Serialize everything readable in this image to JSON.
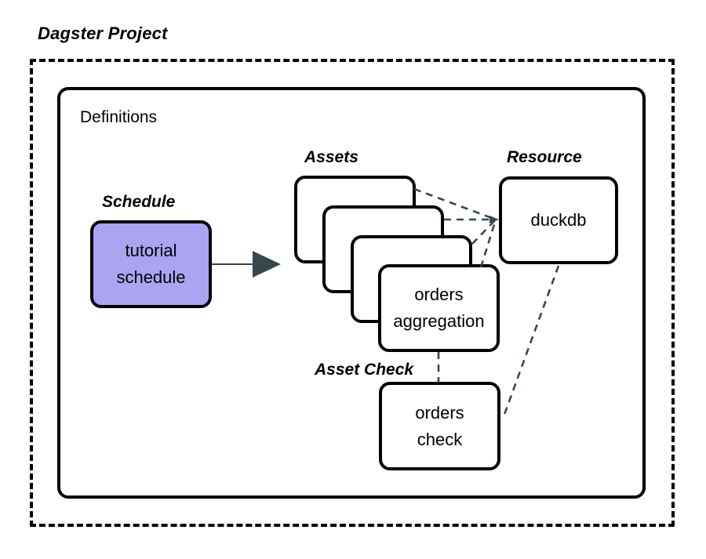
{
  "diagram": {
    "title": "Dagster Project",
    "container_label": "Definitions",
    "captions": {
      "schedule": "Schedule",
      "assets": "Assets",
      "resource": "Resource",
      "asset_check_line1": "Asset",
      "asset_check_line2": "Check"
    },
    "nodes": {
      "schedule": {
        "line1": "tutorial",
        "line2": "schedule",
        "fill": "#aba4f0"
      },
      "asset_top": {
        "line1": "orders",
        "line2": "aggregation",
        "fill": "#ffffff"
      },
      "resource": {
        "line1": "duckdb",
        "fill": "#ffffff"
      },
      "asset_check": {
        "line1": "orders",
        "line2": "check",
        "fill": "#ffffff"
      }
    },
    "asset_stack_count": 4,
    "edges": {
      "schedule_to_assets": "solid-arrow",
      "assets_to_resource": "dashed",
      "asset_to_check": "dashed",
      "resource_to_check": "dashed"
    },
    "colors": {
      "stroke": "#000000",
      "arrow": "#37474f",
      "dashed": "#37474f",
      "background": "#ffffff"
    }
  }
}
